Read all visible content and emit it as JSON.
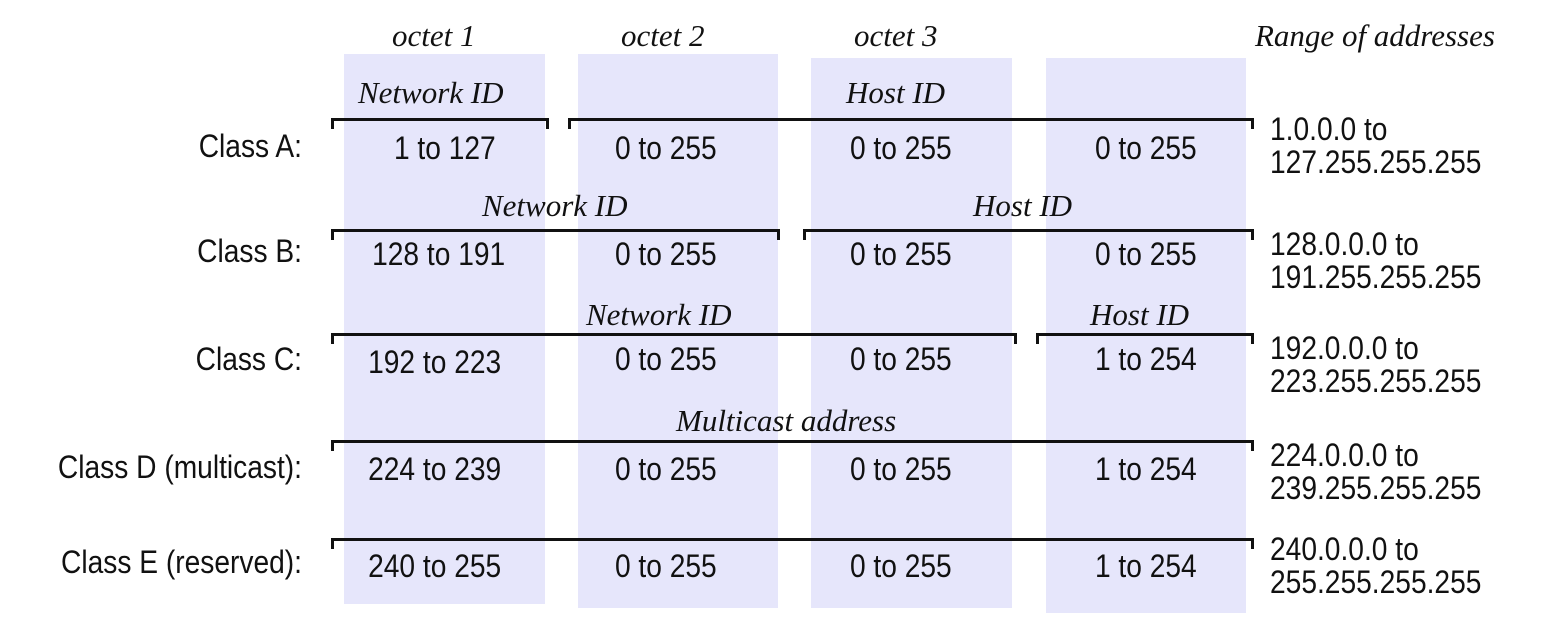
{
  "headers": {
    "octet1": "octet 1",
    "octet2": "octet 2",
    "octet3": "octet 3",
    "range": "Range of addresses"
  },
  "band_color": "#e6e6fb",
  "classes": [
    {
      "label": "Class A:",
      "segment_labels": [
        "Network ID",
        "Host ID"
      ],
      "octets": [
        "1 to 127",
        "0 to 255",
        "0 to 255",
        "0 to 255"
      ],
      "range_start": "1.0.0.0 to",
      "range_end": "127.255.255.255"
    },
    {
      "label": "Class B:",
      "segment_labels": [
        "Network ID",
        "Host ID"
      ],
      "octets": [
        "128 to 191",
        "0 to 255",
        "0 to 255",
        "0 to 255"
      ],
      "range_start": "128.0.0.0 to",
      "range_end": "191.255.255.255"
    },
    {
      "label": "Class C:",
      "segment_labels": [
        "Network ID",
        "Host ID"
      ],
      "octets": [
        "192 to 223",
        "0 to 255",
        "0 to 255",
        "1 to 254"
      ],
      "range_start": "192.0.0.0 to",
      "range_end": "223.255.255.255"
    },
    {
      "label": "Class D (multicast):",
      "segment_labels": [
        "Multicast address"
      ],
      "octets": [
        "224 to 239",
        "0 to 255",
        "0 to 255",
        "1 to 254"
      ],
      "range_start": "224.0.0.0 to",
      "range_end": "239.255.255.255"
    },
    {
      "label": "Class E (reserved):",
      "segment_labels": [],
      "octets": [
        "240 to 255",
        "0 to 255",
        "0 to 255",
        "1 to 254"
      ],
      "range_start": "240.0.0.0 to",
      "range_end": "255.255.255.255"
    }
  ]
}
